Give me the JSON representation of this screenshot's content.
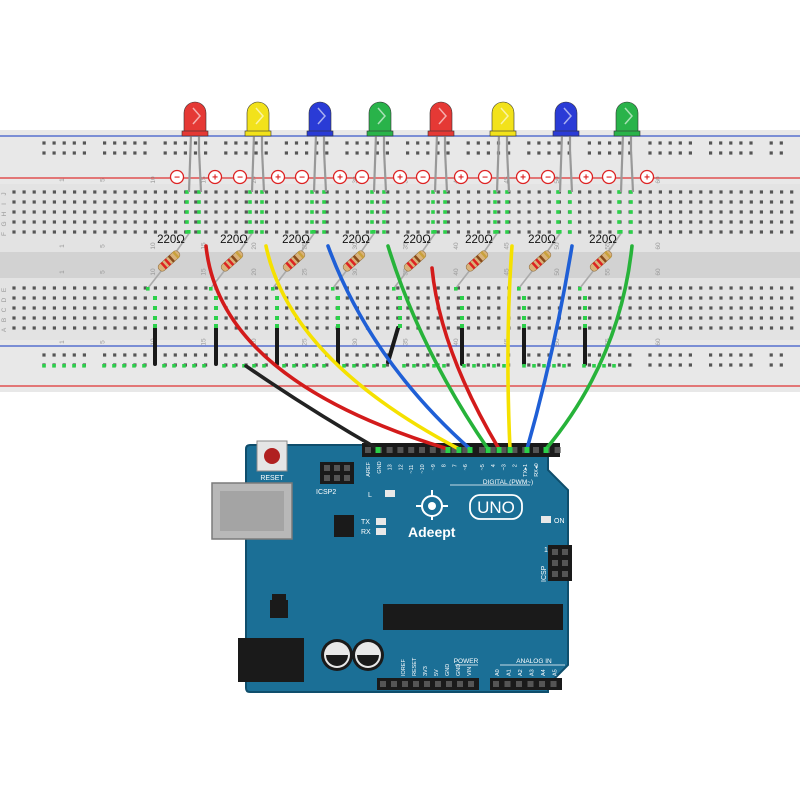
{
  "breadboard": {
    "row_letters_top": [
      "J",
      "I",
      "H",
      "G",
      "F"
    ],
    "row_letters_bottom": [
      "E",
      "D",
      "C",
      "B",
      "A"
    ],
    "column_numbers": [
      "1",
      "5",
      "10",
      "15",
      "20",
      "25",
      "30",
      "35",
      "40",
      "45",
      "50",
      "55",
      "60"
    ],
    "plus_symbol": "+",
    "minus_symbol": "−"
  },
  "leds": [
    {
      "color": "red",
      "fill": "#e53935"
    },
    {
      "color": "yellow",
      "fill": "#f2e21b"
    },
    {
      "color": "blue",
      "fill": "#2a3bd6"
    },
    {
      "color": "green",
      "fill": "#29b34a"
    },
    {
      "color": "red",
      "fill": "#e53935"
    },
    {
      "color": "yellow",
      "fill": "#f2e21b"
    },
    {
      "color": "blue",
      "fill": "#2a3bd6"
    },
    {
      "color": "green",
      "fill": "#29b34a"
    }
  ],
  "resistors": [
    {
      "label": "220Ω"
    },
    {
      "label": "220Ω"
    },
    {
      "label": "220Ω"
    },
    {
      "label": "220Ω"
    },
    {
      "label": "220Ω"
    },
    {
      "label": "220Ω"
    },
    {
      "label": "220Ω"
    },
    {
      "label": "220Ω"
    }
  ],
  "wires": [
    {
      "color": "#222222",
      "to_pin": "GND"
    },
    {
      "color": "#d31b1b",
      "to_pin": "9"
    },
    {
      "color": "#f5e100",
      "to_pin": "8"
    },
    {
      "color": "#1f5fd6",
      "to_pin": "7"
    },
    {
      "color": "#27b33a",
      "to_pin": "6"
    },
    {
      "color": "#d31b1b",
      "to_pin": "5"
    },
    {
      "color": "#f5e100",
      "to_pin": "4"
    },
    {
      "color": "#1f5fd6",
      "to_pin": "3"
    },
    {
      "color": "#27b33a",
      "to_pin": "2"
    }
  ],
  "arduino": {
    "brand": "Adeept",
    "model": "UNO",
    "reset_label": "RESET",
    "icsp2_label": "ICSP2",
    "icsp_label": "ICSP",
    "icsp_pin1": "1",
    "digital_label": "DIGITAL (PWM~)",
    "on_label": "ON",
    "l_label": "L",
    "tx_label": "TX",
    "rx_label": "RX",
    "power_label": "POWER",
    "analog_label": "ANALOG IN",
    "digital_pins": [
      "AREF",
      "GND",
      "13",
      "12",
      "~11",
      "~10",
      "~9",
      "8",
      "7",
      "~6",
      "~5",
      "4",
      "~3",
      "2",
      "TX▸1",
      "RX◂0"
    ],
    "power_pins": [
      "IOREF",
      "RESET",
      "3V3",
      "5V",
      "GND",
      "GND",
      "VIN"
    ],
    "analog_pins": [
      "A0",
      "A1",
      "A2",
      "A3",
      "A4",
      "A5"
    ],
    "board_color": "#1b6f96"
  }
}
